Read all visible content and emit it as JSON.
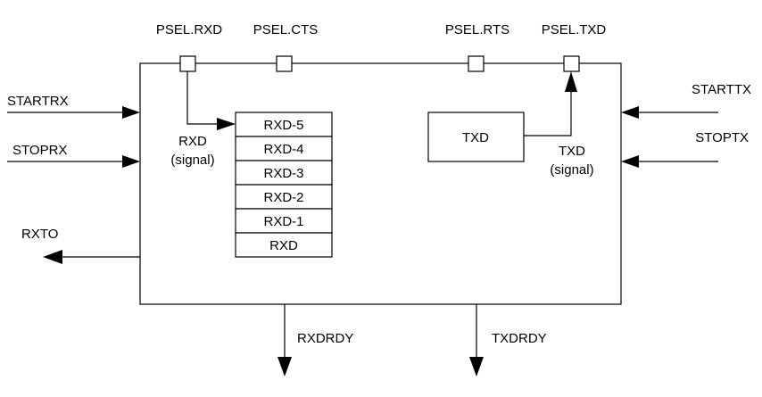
{
  "pins": {
    "psel_rxd": "PSEL.RXD",
    "psel_cts": "PSEL.CTS",
    "psel_rts": "PSEL.RTS",
    "psel_txd": "PSEL.TXD"
  },
  "tasks": {
    "startrx": "STARTRX",
    "stoprx": "STOPRX",
    "starttx": "STARTTX",
    "stoptx": "STOPTX"
  },
  "events": {
    "rxto": "RXTO",
    "rxdrdy": "RXDRDY",
    "txdrdy": "TXDRDY"
  },
  "rx_signal": {
    "line1": "RXD",
    "line2": "(signal)"
  },
  "tx_signal": {
    "line1": "TXD",
    "line2": "(signal)"
  },
  "rx_fifo": [
    "RXD-5",
    "RXD-4",
    "RXD-3",
    "RXD-2",
    "RXD-1",
    "RXD"
  ],
  "tx_register": "TXD",
  "colors": {
    "stroke": "#000000",
    "background": "#ffffff"
  }
}
